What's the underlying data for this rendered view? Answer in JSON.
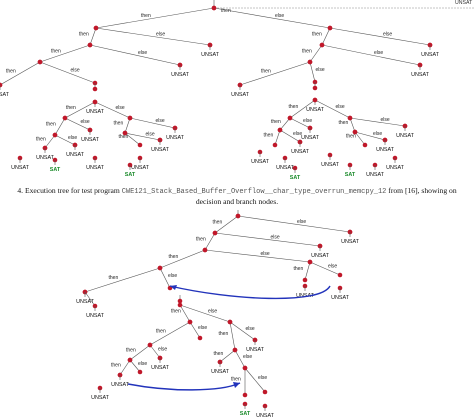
{
  "figure": {
    "caption_prefix": "4. Execution tree for test program",
    "caption_program": "CWE121_Stack_Based_Buffer_Overflow__char_type_overrun_memcpy_12",
    "caption_suffix": "from [16], showing on",
    "caption_line2": "decision and branch nodes."
  },
  "labels": {
    "then": "then",
    "else": "else",
    "unsat": "UNSAT",
    "sat": "SAT",
    "top_right": "UNSAT"
  },
  "colors": {
    "node": "#c0182a",
    "edge": "#555555",
    "back_edge": "#2233bb",
    "sat": "#1a8a2a"
  }
}
